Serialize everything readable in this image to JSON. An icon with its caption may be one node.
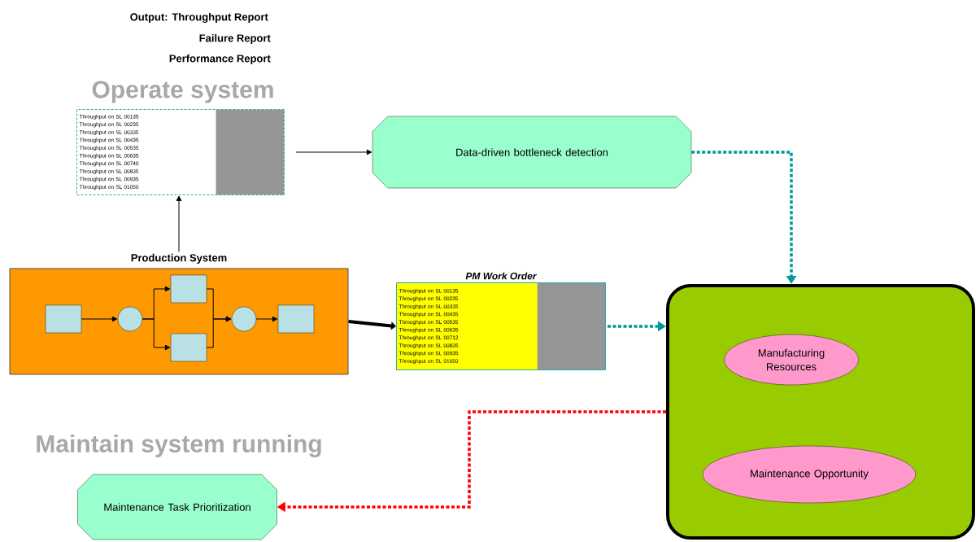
{
  "diagram": {
    "nodes": [
      {
        "text": [
          "Throughput on SL 00135",
          "Throughput on SL 00235",
          "Throughput on SL 00335",
          "Throughput on SL 00435",
          "Throughput on SL 00535",
          "Throughput on SL 00635",
          "Throughput on SL 00740",
          "Throughput on SL 00835",
          "Throughput on SL 00935",
          "Throughput on SL 01050"
        ]
      },
      {
        "text": [
          "Data-driven bottleneck detection"
        ]
      },
      {
        "text": [
          "Production System"
        ]
      },
      {
        "text": [],
        "shape": "box",
        "in": 2
      },
      {
        "text": [],
        "shape": "circle",
        "in": 2
      },
      {
        "text": [],
        "shape": "box",
        "in": 2
      },
      {
        "text": [],
        "shape": "box",
        "in": 2
      },
      {
        "text": [],
        "shape": "circle",
        "in": 2
      },
      {
        "text": [],
        "shape": "box",
        "in": 2
      },
      {
        "text": [
          "PM Work Order",
          "Throughput on SL 00135",
          "Throughput on SL 00235",
          "Throughput on SL 00335",
          "Throughput on SL 00435",
          "Throughput on SL 00535",
          "Throughput on SL 00635",
          "Throughput on SL 00712",
          "Throughput on SL 00835",
          "Throughput on SL 00935",
          "Throughput on SL 01050"
        ]
      },
      {
        "text": [],
        "shape": "box"
      },
      {
        "text": [
          "Manufacturing Resources"
        ],
        "in": 10
      },
      {
        "text": [
          "Maintenance Opportunity"
        ],
        "in": 10
      },
      {
        "text": [
          "Maintenance Task Prioritization"
        ]
      }
    ],
    "edges": [
      {
        "from": 2,
        "to": 0,
        "arrow": "to"
      },
      {
        "from": 0,
        "to": 1,
        "arrow": "to"
      },
      {
        "from": 1,
        "to": 10,
        "arrow": "to",
        "style": "dashed",
        "color": "#009999"
      },
      {
        "from": 3,
        "to": 4,
        "arrow": "to"
      },
      {
        "from": 4,
        "to": 5,
        "arrow": "to"
      },
      {
        "from": 4,
        "to": 6,
        "arrow": "to"
      },
      {
        "from": 5,
        "to": 7,
        "arrow": "to"
      },
      {
        "from": 6,
        "to": 7,
        "arrow": "to"
      },
      {
        "from": 7,
        "to": 8,
        "arrow": "to"
      },
      {
        "from": 2,
        "to": 9,
        "arrow": "to",
        "style": "thick"
      },
      {
        "from": 9,
        "to": 10,
        "arrow": "to",
        "style": "dashed",
        "color": "#009999"
      },
      {
        "from": 10,
        "to": 13,
        "arrow": "to",
        "style": "dashed",
        "color": "#ff0000"
      }
    ],
    "labels": [
      "Output: Throughput Report",
      "Failure Report",
      "Performance Report",
      "Operate system",
      "Maintain system running"
    ]
  }
}
